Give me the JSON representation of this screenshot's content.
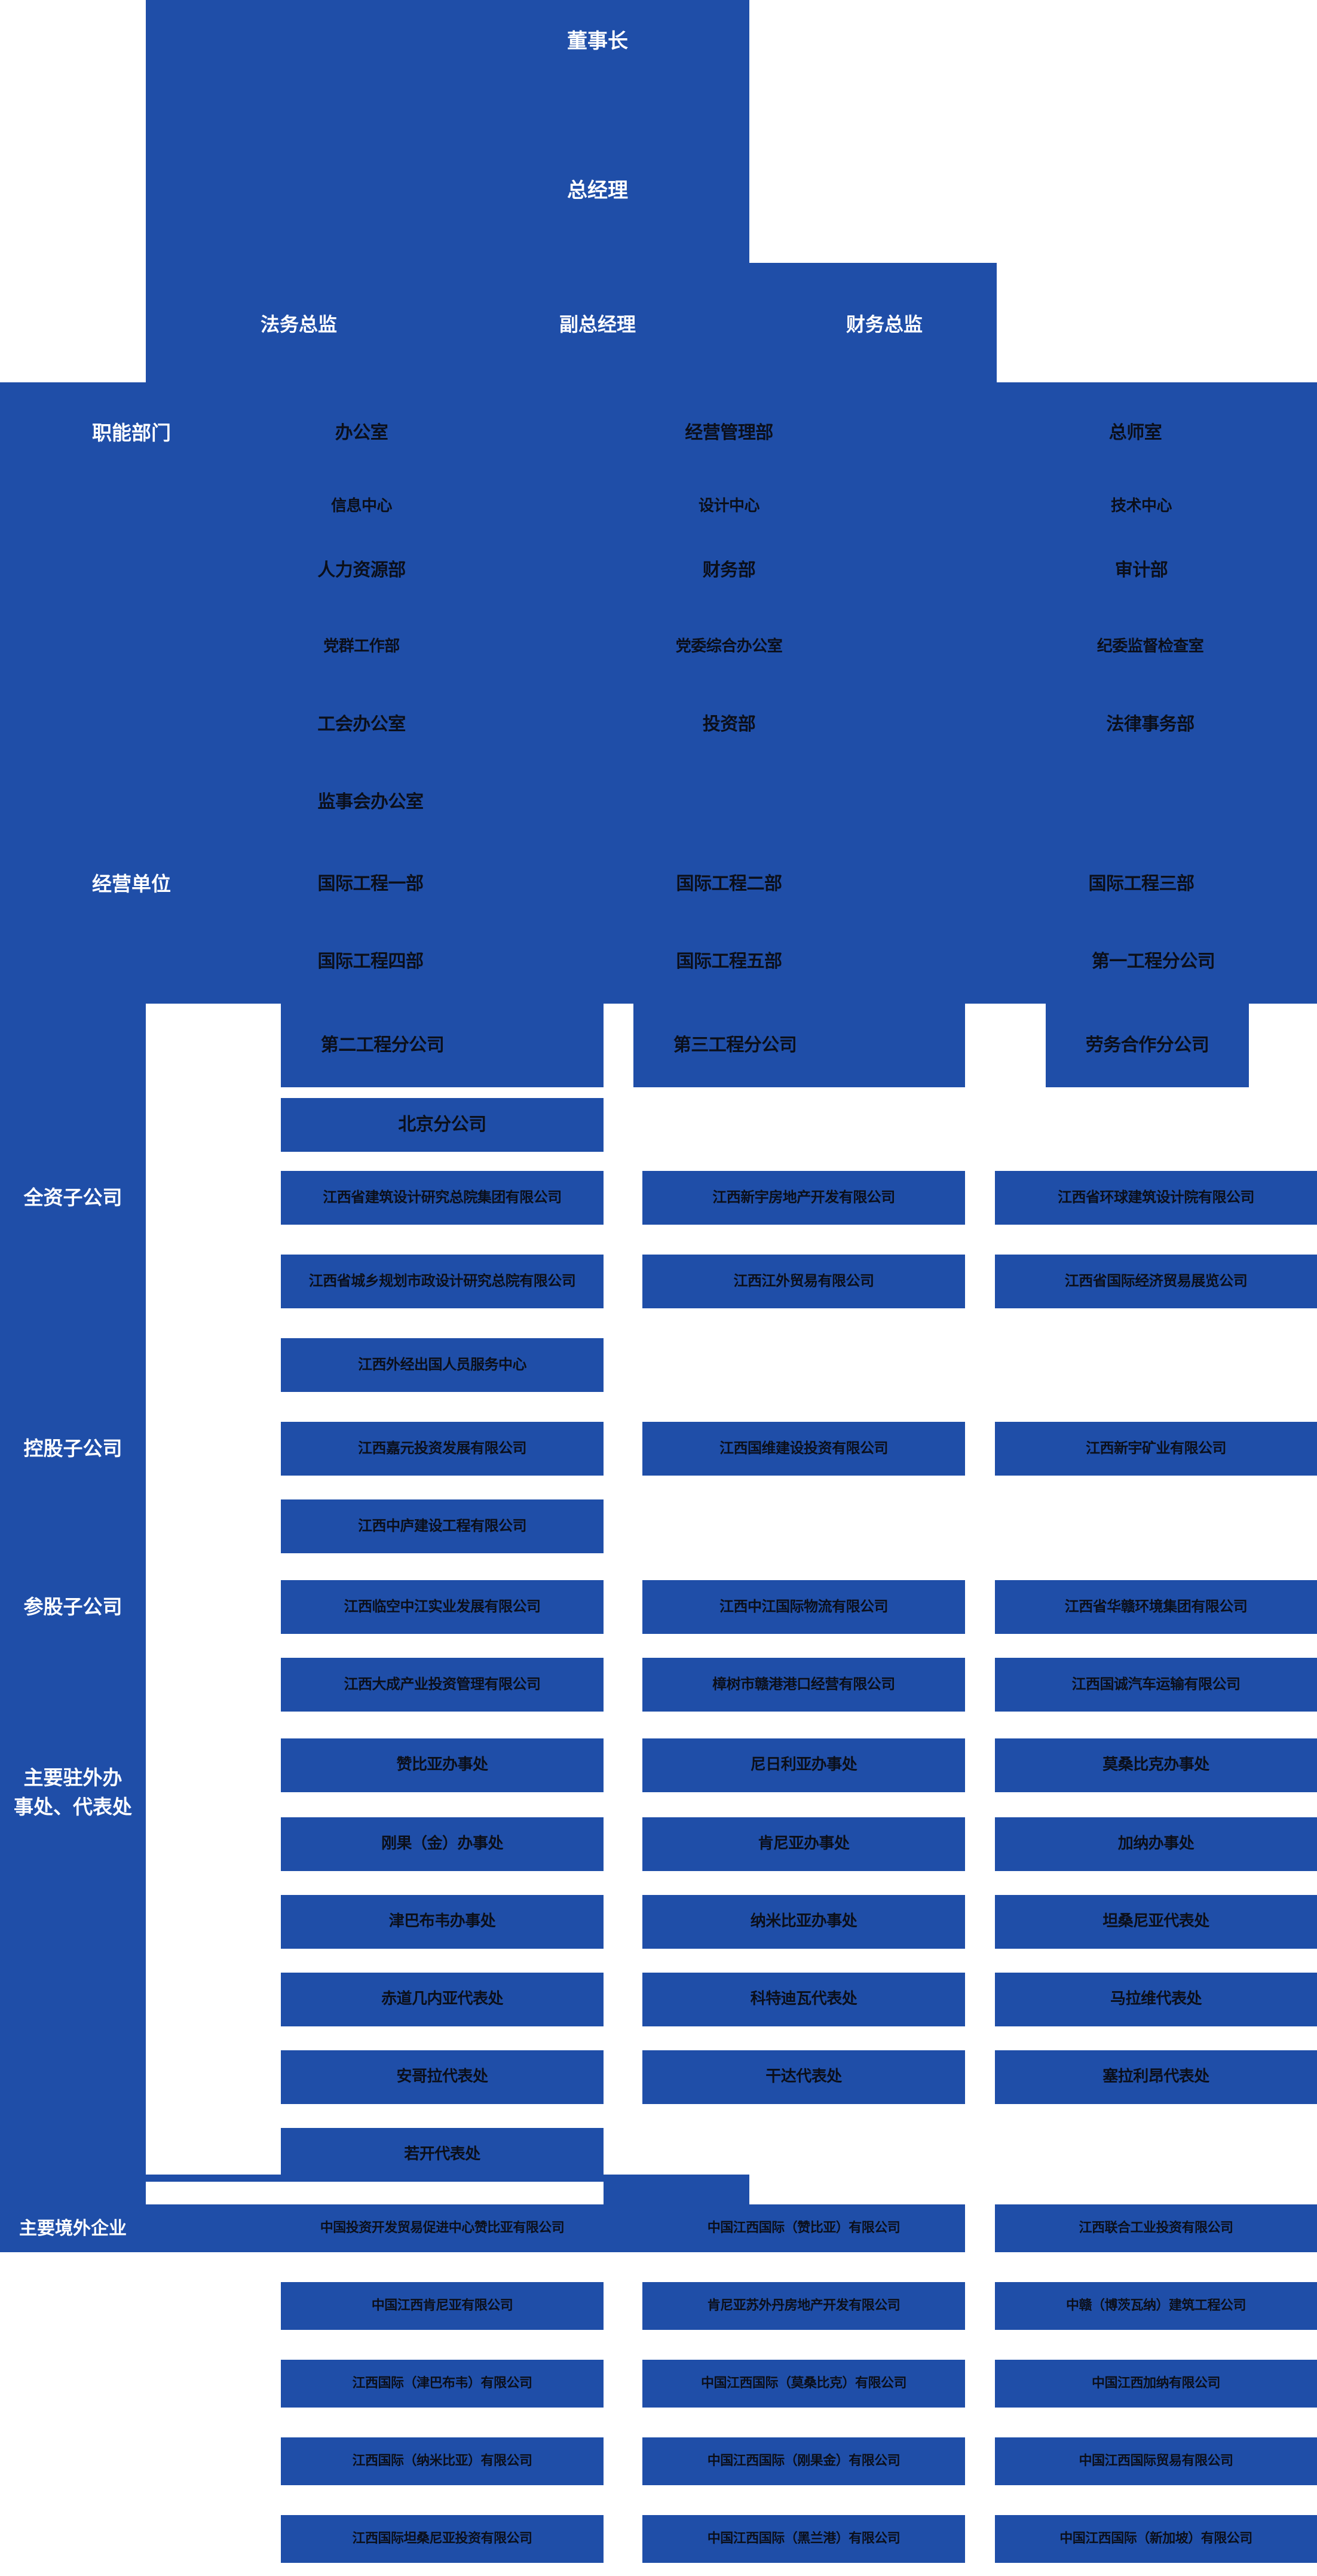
{
  "meta": {
    "title": "组织架构图",
    "accent_color": "#1f4ea8",
    "text_color_node": "#0b0f1a",
    "text_color_label": "#ffffff",
    "background": "#ffffff"
  },
  "leadership": {
    "chairman": "董事长",
    "general_manager": "总经理",
    "directors": [
      "法务总监",
      "副总经理",
      "财务总监"
    ]
  },
  "sections": [
    {
      "label": "职能部门",
      "rows": [
        [
          "办公室",
          "经营管理部",
          "总师室"
        ],
        [
          "信息中心",
          "设计中心",
          "技术中心"
        ],
        [
          "人力资源部",
          "财务部",
          "审计部"
        ],
        [
          "党群工作部",
          "党委综合办公室",
          "纪委监督检查室"
        ],
        [
          "工会办公室",
          "投资部",
          "法律事务部"
        ],
        [
          "监事会办公室",
          "",
          ""
        ]
      ]
    },
    {
      "label": "经营单位",
      "rows": [
        [
          "国际工程一部",
          "国际工程二部",
          "国际工程三部"
        ],
        [
          "国际工程四部",
          "国际工程五部",
          "第一工程分公司"
        ],
        [
          "第二工程分公司",
          "第三工程分公司",
          "劳务合作分公司"
        ],
        [
          "北京分公司",
          "",
          ""
        ]
      ]
    },
    {
      "label": "全资子公司",
      "rows": [
        [
          "江西省建筑设计研究总院集团有限公司",
          "江西新宇房地产开发有限公司",
          "江西省环球建筑设计院有限公司"
        ],
        [
          "江西省城乡规划市政设计研究总院有限公司",
          "江西江外贸易有限公司",
          "江西省国际经济贸易展览公司"
        ],
        [
          "江西外经出国人员服务中心",
          "",
          ""
        ]
      ]
    },
    {
      "label": "控股子公司",
      "rows": [
        [
          "江西嘉元投资发展有限公司",
          "江西国维建设投资有限公司",
          "江西新宇矿业有限公司"
        ],
        [
          "江西中庐建设工程有限公司",
          "",
          ""
        ]
      ]
    },
    {
      "label": "参股子公司",
      "rows": [
        [
          "江西临空中江实业发展有限公司",
          "江西中江国际物流有限公司",
          "江西省华赣环境集团有限公司"
        ],
        [
          "江西大成产业投资管理有限公司",
          "樟树市赣港港口经营有限公司",
          "江西国诚汽车运输有限公司"
        ]
      ]
    },
    {
      "label": "主要驻外办\n事处、代表处",
      "rows": [
        [
          "赞比亚办事处",
          "尼日利亚办事处",
          "莫桑比克办事处"
        ],
        [
          "刚果（金）办事处",
          "肯尼亚办事处",
          "加纳办事处"
        ],
        [
          "津巴布韦办事处",
          "纳米比亚办事处",
          "坦桑尼亚代表处"
        ],
        [
          "赤道几内亚代表处",
          "科特迪瓦代表处",
          "马拉维代表处"
        ],
        [
          "安哥拉代表处",
          "干达代表处",
          "塞拉利昂代表处"
        ],
        [
          "若开代表处",
          "",
          ""
        ]
      ]
    },
    {
      "label": "主要境外企业",
      "rows": [
        [
          "中国投资开发贸易促进中心赞比亚有限公司",
          "中国江西国际（赞比亚）有限公司",
          "江西联合工业投资有限公司"
        ],
        [
          "中国江西肯尼亚有限公司",
          "肯尼亚苏外丹房地产开发有限公司",
          "中赣（博茨瓦纳）建筑工程公司"
        ],
        [
          "江西国际（津巴布韦）有限公司",
          "中国江西国际（莫桑比克）有限公司",
          "中国江西加纳有限公司"
        ],
        [
          "江西国际（纳米比亚）有限公司",
          "中国江西国际（刚果金）有限公司",
          "中国江西国际贸易有限公司"
        ],
        [
          "江西国际坦桑尼亚投资有限公司",
          "中国江西国际（黑兰港）有限公司",
          "中国江西国际（新加坡）有限公司"
        ]
      ]
    }
  ]
}
